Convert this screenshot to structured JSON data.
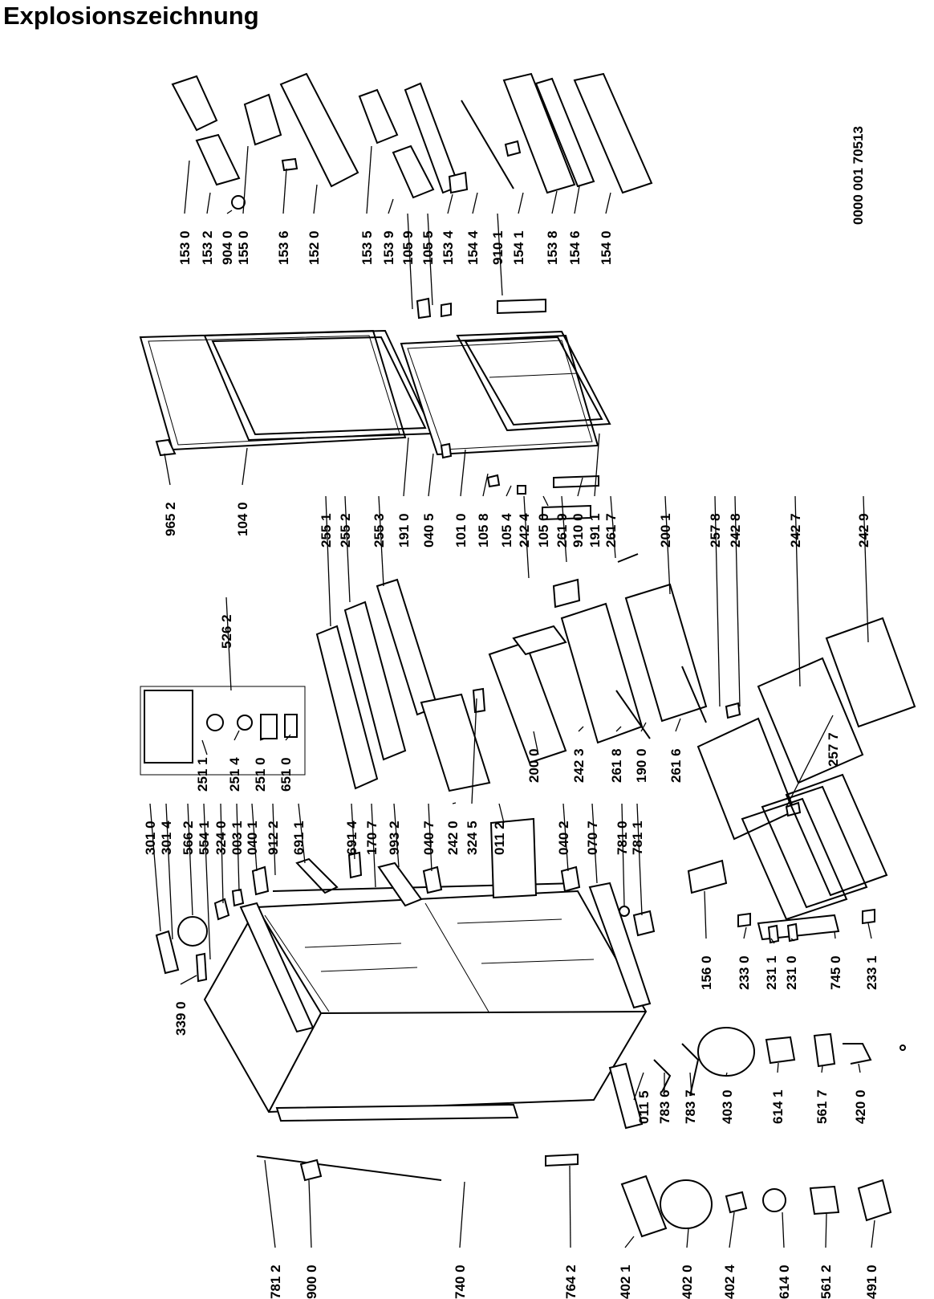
{
  "title": "Explosionszeichnung",
  "document_number": "0000 001 70513",
  "labels": [
    "153 0",
    "153 2",
    "904 0",
    "155 0",
    "153 6",
    "152 0",
    "153 5",
    "153 9",
    "105 9",
    "105 5",
    "153 4",
    "154 4",
    "910 1",
    "154 1",
    "153 8",
    "154 6",
    "154 0",
    "965 2",
    "104 0",
    "255 1",
    "255 2",
    "255 3",
    "191 0",
    "040 5",
    "101 0",
    "105 8",
    "105 4",
    "242 4",
    "105 0",
    "261 9",
    "910 0",
    "191 1",
    "261 7",
    "200 1",
    "257 8",
    "242 8",
    "242 7",
    "242 9",
    "526 2",
    "339 0",
    "301 0",
    "301 4",
    "566 2",
    "554 1",
    "324 0",
    "003 1",
    "040 1",
    "912 2",
    "691 1",
    "691 4",
    "170 7",
    "993 2",
    "040 7",
    "242 0",
    "324 5",
    "011 2",
    "040 2",
    "070 7",
    "781 0",
    "781 1",
    "251 1",
    "251 4",
    "251 0",
    "651 0",
    "200 0",
    "242 3",
    "261 8",
    "190 0",
    "261 6",
    "257 7",
    "156 0",
    "233 0",
    "231 1",
    "231 0",
    "745 0",
    "233 1",
    "781 2",
    "900 0",
    "740 0",
    "764 2",
    "011 5",
    "783 6",
    "783 7",
    "403 0",
    "614 1",
    "561 7",
    "420 0",
    "402 1",
    "402 0",
    "402 4",
    "614 0",
    "561 2",
    "491 0"
  ]
}
